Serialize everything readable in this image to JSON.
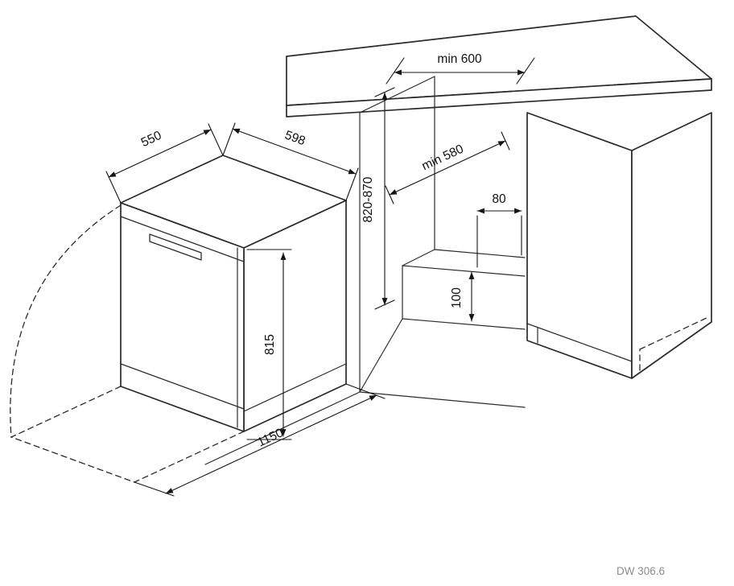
{
  "drawing": {
    "model_label": "DW 306.6",
    "dimensions": {
      "dishwasher_depth": "550",
      "dishwasher_width": "598",
      "dishwasher_height": "815",
      "door_open_depth": "1150",
      "counter_depth": "min 600",
      "niche_height": "820-870",
      "niche_depth": "min 580",
      "plinth_setback": "80",
      "plinth_height": "100"
    },
    "colors": {
      "background": "#ffffff",
      "outline": "#2b2b2b",
      "dimension_line": "#141414",
      "model_text": "#8c8c8c"
    }
  }
}
